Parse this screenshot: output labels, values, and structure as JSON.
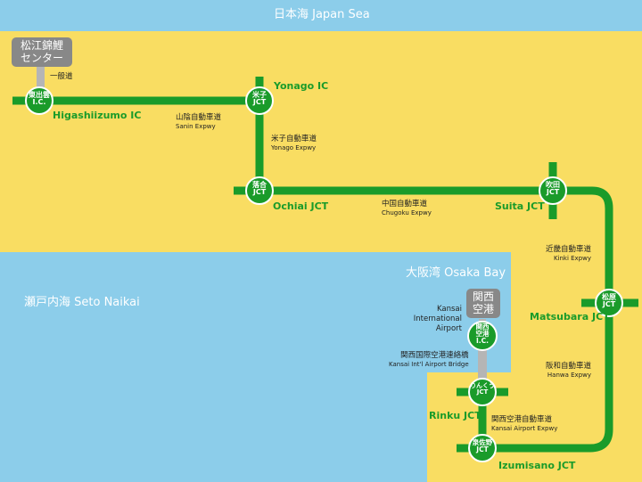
{
  "map": {
    "seas": {
      "japan_sea": "日本海 Japan Sea",
      "seto_naikai": "瀬戸内海 Seto Naikai",
      "osaka_bay": "大阪湾 Osaka Bay"
    },
    "nodes": {
      "higashiizumo": {
        "badge": [
          "東出雲",
          "I.C."
        ],
        "name": "Higashiizumo IC"
      },
      "yonago": {
        "badge": [
          "米子",
          "JCT"
        ],
        "name": "Yonago IC"
      },
      "ochiai": {
        "badge": [
          "落合",
          "JCT"
        ],
        "name": "Ochiai JCT"
      },
      "suita": {
        "badge": [
          "吹田",
          "JCT"
        ],
        "name": "Suita JCT"
      },
      "matsubara": {
        "badge": [
          "松原",
          "JCT"
        ],
        "name": "Matsubara JCT"
      },
      "kansai_ic": {
        "badge": [
          "関西",
          "空港",
          "I.C."
        ],
        "name": "Kansai International Airport"
      },
      "rinku": {
        "badge": [
          "りんくう",
          "JCT"
        ],
        "name": "Rinku JCT"
      },
      "izumisano": {
        "badge": [
          "泉佐野",
          "JCT"
        ],
        "name": "Izumisano JCT"
      }
    },
    "roads": {
      "sanin": {
        "ja": "山陰自動車道",
        "en": "Sanin Expwy"
      },
      "yonago": {
        "ja": "米子自動車道",
        "en": "Yonago Expwy"
      },
      "chugoku": {
        "ja": "中国自動車道",
        "en": "Chugoku Expwy"
      },
      "kinki": {
        "ja": "近畿自動車道",
        "en": "Kinki Expwy"
      },
      "hanwa": {
        "ja": "阪和自動車道",
        "en": "Hanwa Expwy"
      },
      "airport_bridge": {
        "ja": "関西国際空港連絡橋",
        "en": "Kansai Int'l Airport Bridge"
      },
      "airport_expwy": {
        "ja": "関西空港自動車道",
        "en": "Kansai Airport Expwy"
      }
    },
    "signs": {
      "matsue": [
        "松江錦鯉",
        "センター"
      ],
      "kansai_airport": [
        "関西",
        "空港"
      ]
    },
    "ordinary_road": "一般道",
    "colors": {
      "land": "#f9dd62",
      "sea": "#8ccdea",
      "route": "#1a9b2a",
      "connector": "#b5b5b5",
      "sign": "#888888"
    }
  }
}
